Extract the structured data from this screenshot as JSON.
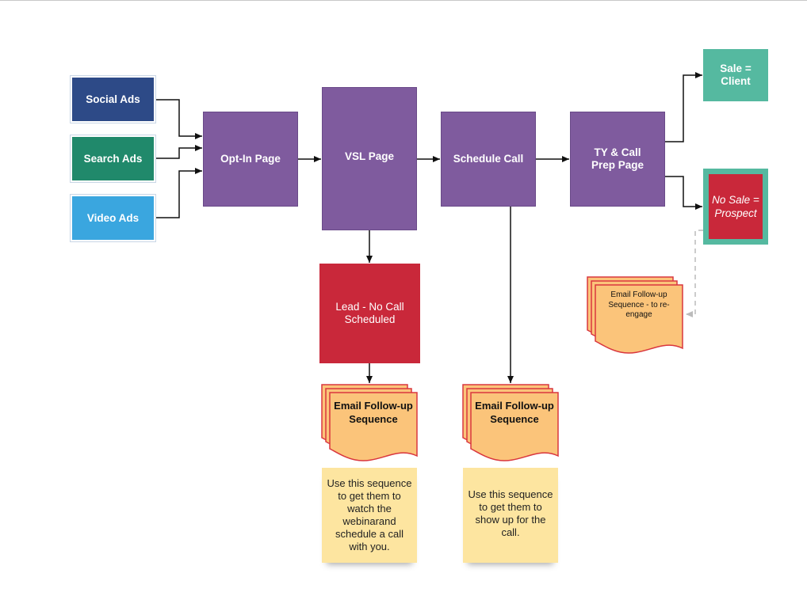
{
  "nodes": {
    "social_ads": "Social Ads",
    "search_ads": "Search Ads",
    "video_ads": "Video Ads",
    "opt_in_page": "Opt-In Page",
    "vsl_page": "VSL Page",
    "schedule_call": "Schedule Call",
    "ty_call_prep": "TY & Call Prep Page",
    "sale_client": "Sale = Client",
    "no_sale_prospect": "No Sale = Prospect",
    "lead_no_call": "Lead - No Call Scheduled",
    "email_seq_lead": "Email Follow-up Sequence",
    "email_seq_call": "Email Follow-up Sequence",
    "email_seq_reengage": "Email Follow-up Sequence - to re-engage"
  },
  "notes": {
    "lead_note": "Use this sequence to get them to watch the webinarand schedule a call with you.",
    "call_note": "Use this sequence to get them to show up for the call."
  },
  "colors": {
    "purple": "#7f5b9e",
    "red": "#c9283a",
    "teal": "#55b9a0",
    "navy": "#2d4a87",
    "green": "#20896b",
    "blue": "#3aa6df",
    "doc_fill": "#fbc47a",
    "doc_stroke": "#d9363e",
    "note_fill": "#fde5a0"
  }
}
